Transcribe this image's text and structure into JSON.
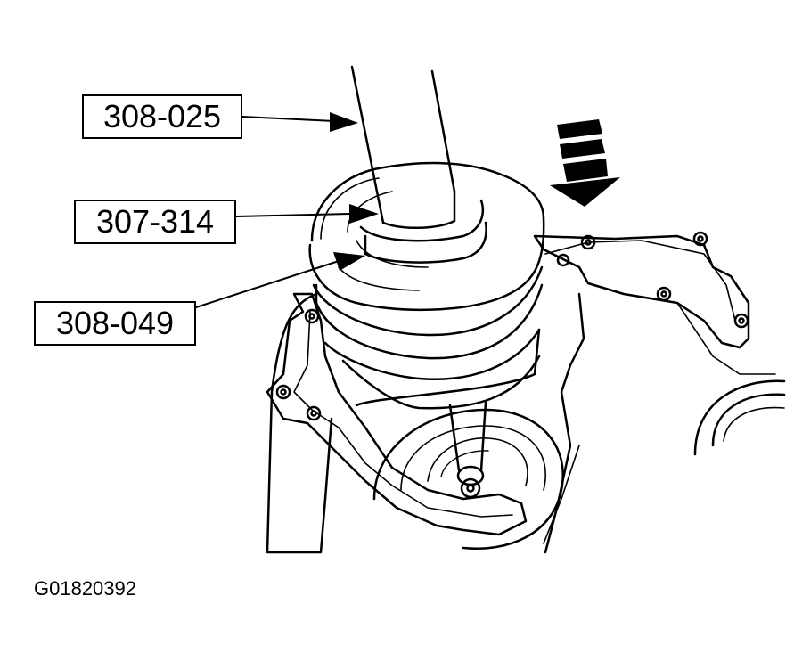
{
  "callouts": [
    {
      "text": "308-025"
    },
    {
      "text": "307-314"
    },
    {
      "text": "308-049"
    }
  ],
  "figure_id": "G01820392",
  "colors": {
    "ink": "#000000",
    "paper": "#ffffff"
  },
  "icons": {
    "direction": "down-left-arrow-icon"
  }
}
